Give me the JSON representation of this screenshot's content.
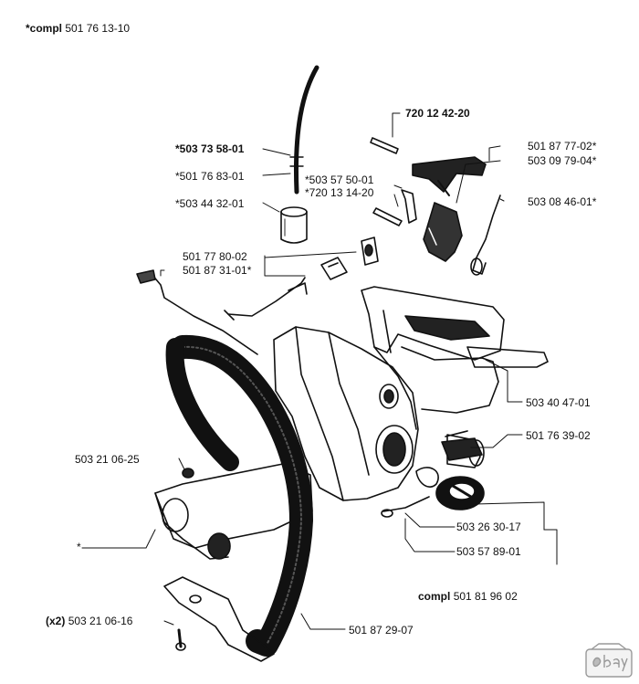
{
  "header": {
    "prefix": "*compl",
    "number": "501 76 13-10"
  },
  "parts": {
    "p1": {
      "number": "720 12 42-20"
    },
    "p2": {
      "number": "*503 73 58-01"
    },
    "p3": {
      "number": "*501 76 83-01"
    },
    "p4": {
      "number": "*503 57 50-01"
    },
    "p5": {
      "number": "*720 13 14-20"
    },
    "p6": {
      "number": "*503 44 32-01"
    },
    "p7": {
      "number": "501 87 77-02*"
    },
    "p8": {
      "number": "503 09 79-04*"
    },
    "p9": {
      "number": "503 08 46-01*"
    },
    "p10": {
      "number": "501 77 80-02"
    },
    "p11": {
      "number": "501 87 31-01*"
    },
    "p12": {
      "number": "503 40 47-01"
    },
    "p13": {
      "number": "501 76 39-02"
    },
    "p14": {
      "number": "503 21 06-25"
    },
    "p15": {
      "number": "503 26 30-17"
    },
    "p16": {
      "number": "503 57 89-01"
    },
    "p17": {
      "prefix": "compl",
      "number": "501 81 96 02"
    },
    "p18": {
      "prefix": "(x2)",
      "number": "503 21 06-16"
    },
    "p19": {
      "number": "501 87 29-07"
    },
    "p20": {
      "number": "*"
    }
  },
  "watermark": {
    "name": "ebay-logo-icon"
  }
}
